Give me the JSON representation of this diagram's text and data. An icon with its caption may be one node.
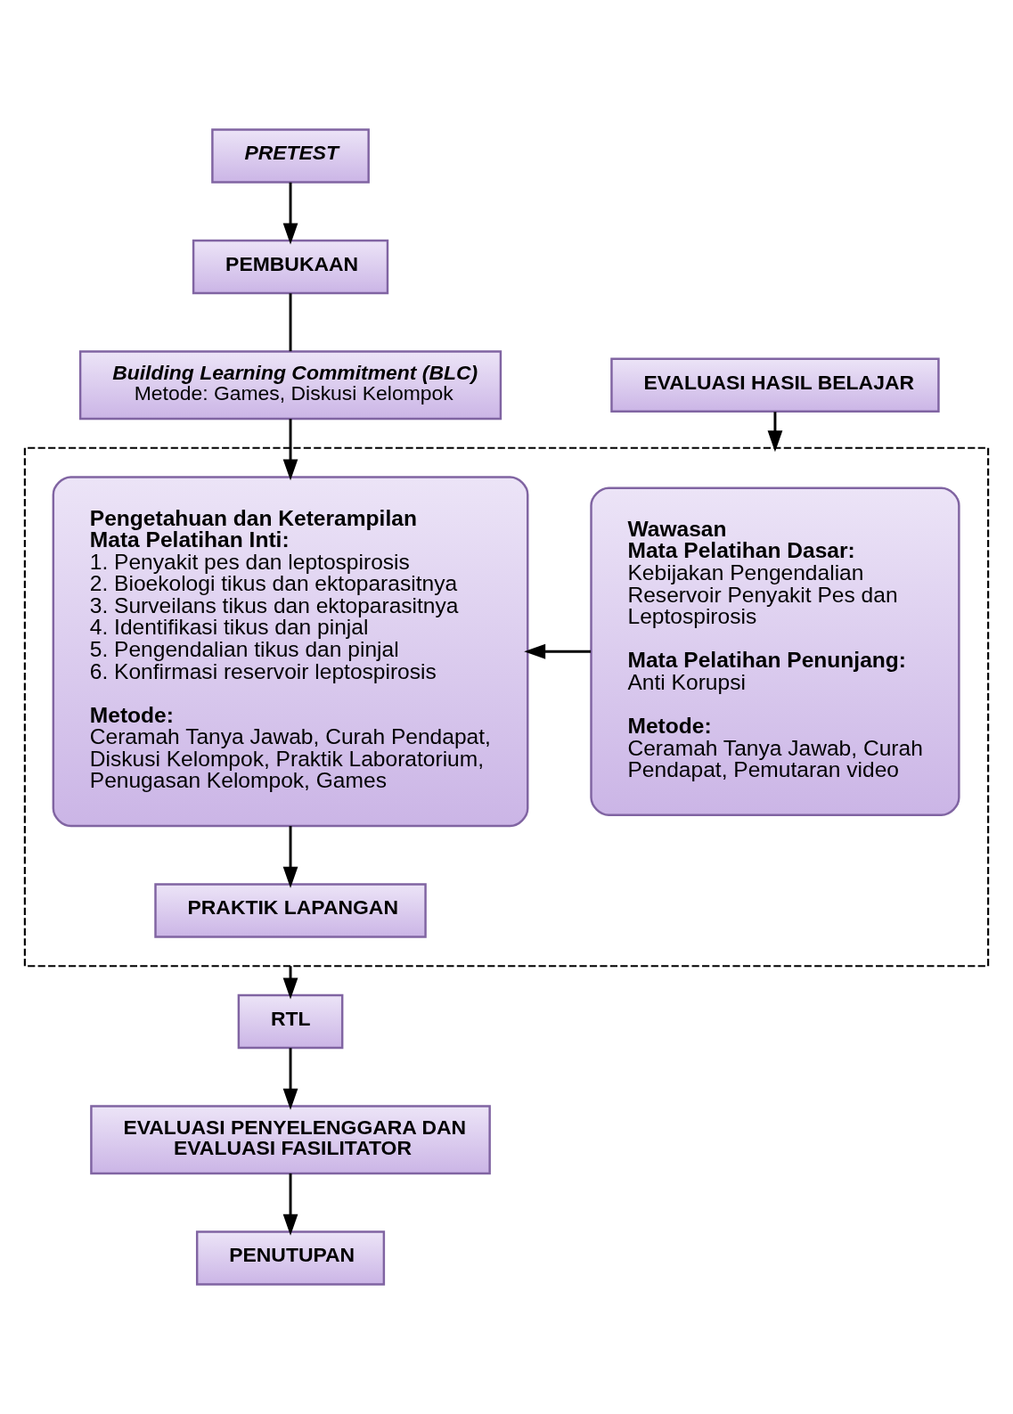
{
  "diagram": {
    "nodes": [
      {
        "text": [
          "PRETEST"
        ]
      },
      {
        "text": [
          "PEMBUKAAN"
        ]
      },
      {
        "text": [
          "Building Learning Commitment (BLC)",
          "Metode: Games, Diskusi Kelompok"
        ]
      },
      {
        "text": [],
        "shape": "box"
      },
      {
        "text": [
          "Wawasan",
          "Mata Pelatihan Dasar:",
          "Kebijakan Pengendalian Reservoir Penyakit Pes dan Leptospirosis",
          "Mata Pelatihan Penunjang:",
          "Anti Korupsi",
          "Metode:",
          "Ceramah Tanya Jawab, Curah Pendapat, Pemutaran video"
        ],
        "in": 3
      },
      {
        "text": [
          "Pengetahuan dan Keterampilan",
          "Mata Pelatihan Inti:",
          "1. Penyakit pes dan leptospirosis",
          "2. Bioekologi tikus dan ektoparasitnya",
          "3. Surveilans tikus dan ektoparasitnya",
          "4. Identifikasi tikus dan pinjal",
          "5. Pengendalian tikus dan pinjal",
          "6. Konfirmasi reservoir leptospirosis",
          "Metode:",
          "Ceramah Tanya Jawab, Curah Pendapat, Diskusi Kelompok, Praktik Laboratorium, Penugasan Kelompok, Games"
        ],
        "in": 3
      },
      {
        "text": [
          "PRAKTIK LAPANGAN"
        ],
        "in": 3
      },
      {
        "text": [
          "EVALUASI HASIL BELAJAR"
        ]
      },
      {
        "text": [
          "RTL"
        ]
      },
      {
        "text": [
          "EVALUASI PENYELENGGARA DAN EVALUASI FASILITATOR"
        ]
      },
      {
        "text": [
          "PENUTUPAN"
        ]
      }
    ],
    "edges": [
      {
        "from": 0,
        "to": 1,
        "arrow": "to"
      },
      {
        "from": 1,
        "to": 2,
        "arrow": "none"
      },
      {
        "from": 2,
        "to": 5,
        "arrow": "to"
      },
      {
        "from": 7,
        "to": 3,
        "arrow": "to"
      },
      {
        "from": 4,
        "to": 5,
        "arrow": "to"
      },
      {
        "from": 5,
        "to": 6,
        "arrow": "to"
      },
      {
        "from": 3,
        "to": 8,
        "arrow": "to"
      },
      {
        "from": 8,
        "to": 9,
        "arrow": "to"
      },
      {
        "from": 9,
        "to": 10,
        "arrow": "to"
      }
    ]
  }
}
